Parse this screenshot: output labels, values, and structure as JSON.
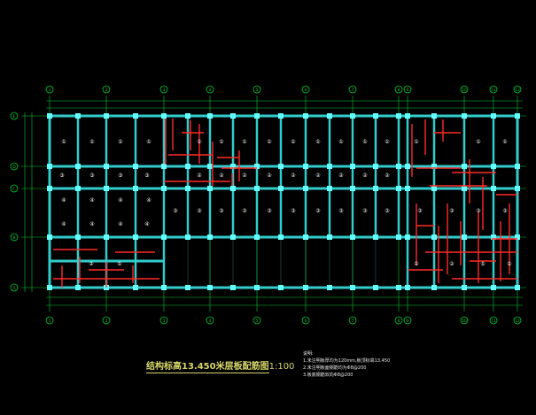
{
  "drawing": {
    "title": "结构标高13.450米层板配筋图",
    "scale": "1:100"
  },
  "axes": {
    "top_columns": [
      "1",
      "2",
      "3",
      "4",
      "5",
      "6",
      "7",
      "8",
      "9",
      "10",
      "11",
      "12"
    ],
    "left_rows": [
      "E",
      "D",
      "C",
      "B",
      "A"
    ]
  },
  "panel_labels": [
    "①",
    "②",
    "③",
    "④",
    "⑤"
  ],
  "notes": {
    "heading": "说明:",
    "lines": [
      "1.未注明板厚均为120mm,板顶标高13.450",
      "2.未注明板面钢筋均为Φ8@200",
      "3.板底钢筋双向Φ8@200"
    ]
  },
  "colors": {
    "background": "#000000",
    "axis_grid": "#00cc33",
    "beam": "#33cccc",
    "column": "#66ffff",
    "rebar": "#ff2a2a",
    "text": "#ffffff",
    "title": "#d6d66a"
  }
}
